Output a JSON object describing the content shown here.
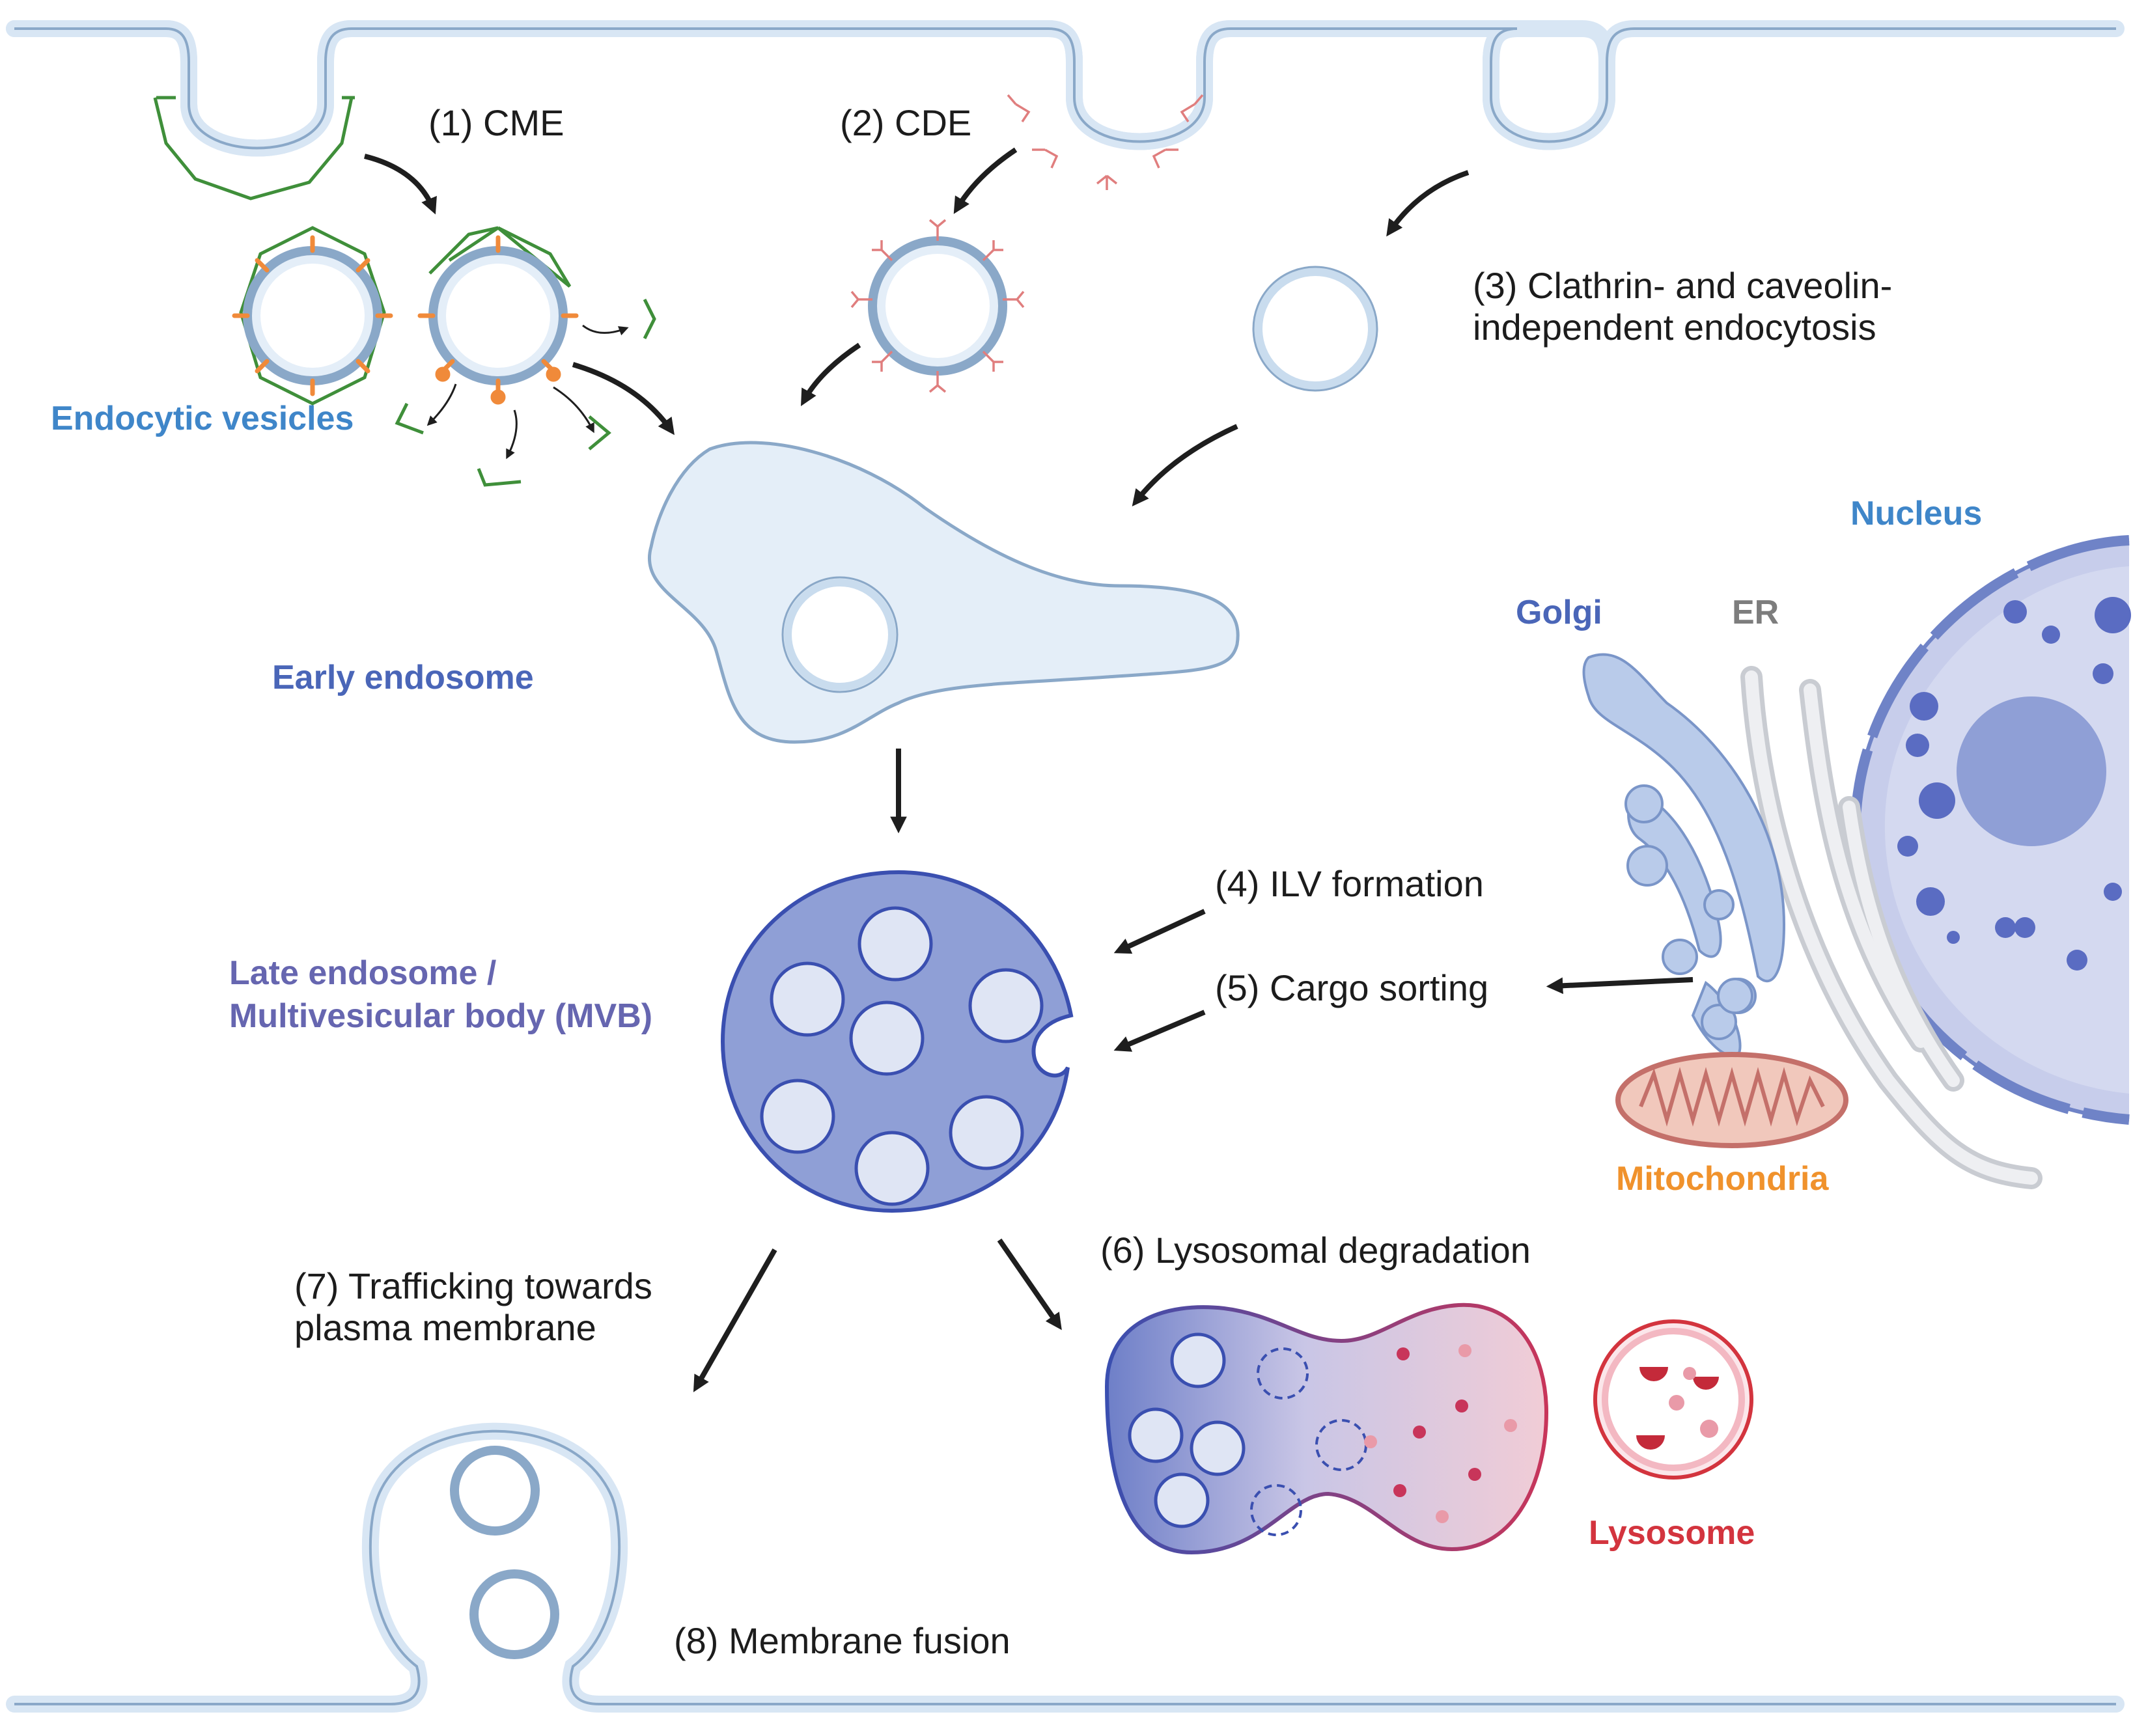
{
  "steps": {
    "cme": "(1) CME",
    "cde": "(2) CDE",
    "clathrin_line1": "(3) Clathrin- and caveolin-",
    "clathrin_line2": "independent endocytosis",
    "ilv": "(4) ILV formation",
    "cargo": "(5) Cargo sorting",
    "lysosomal": "(6) Lysosomal degradation",
    "trafficking_line1": "(7) Trafficking towards",
    "trafficking_line2": "plasma membrane",
    "fusion": "(8) Membrane fusion"
  },
  "structures": {
    "endocytic_vesicles": "Endocytic vesicles",
    "early_endosome": "Early endosome",
    "late_endosome_line1": "Late endosome /",
    "late_endosome_line2": "Multivesicular body (MVB)",
    "nucleus": "Nucleus",
    "golgi": "Golgi",
    "er": "ER",
    "mitochondria": "Mitochondria",
    "lysosome": "Lysosome"
  },
  "colors": {
    "membrane_fill": "#e4eef8",
    "membrane_stroke": "#8aa8c8",
    "clathrin": "#3f8f3a",
    "adaptor": "#f08a3a",
    "caveolin": "#e07e7e",
    "arrow": "#1e1e1e",
    "mvb": "#6f83c7",
    "lysosome": "#d3343e",
    "mitochondria": "#c4706a"
  }
}
